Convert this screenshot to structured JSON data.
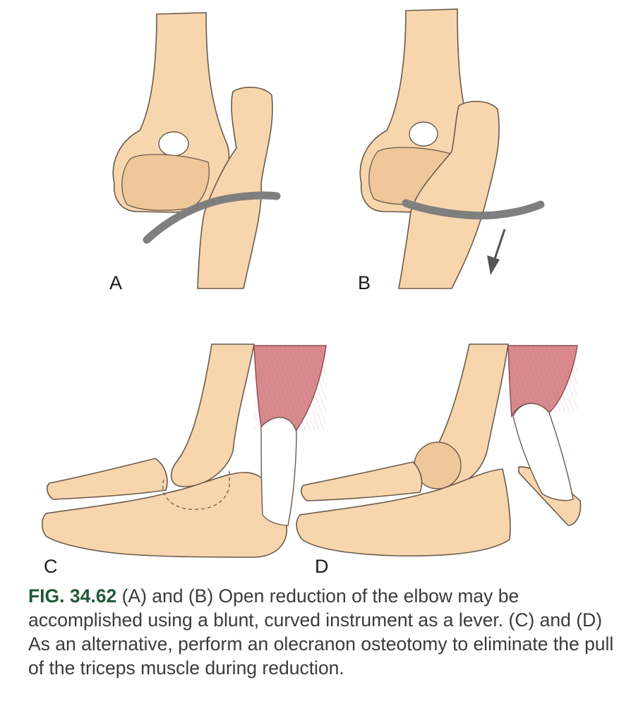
{
  "figure": {
    "panels": [
      {
        "label": "A"
      },
      {
        "label": "B"
      },
      {
        "label": "C"
      },
      {
        "label": "D"
      }
    ],
    "colors": {
      "bone": "#f7d6ae",
      "bone_shade": "#eec79a",
      "outline": "#6b5a4a",
      "instrument": "#7f7f7f",
      "muscle": "#d88a8e",
      "tendon": "#ffffff",
      "arrow": "#555555"
    }
  },
  "caption": {
    "fig_number": "FIG. 34.62",
    "text": " (A) and (B) Open reduction of the elbow may be accomplished using a blunt, curved instrument as a lever. (C) and (D) As an alternative, perform an olecranon osteotomy to eliminate the pull of the triceps muscle during reduction."
  }
}
